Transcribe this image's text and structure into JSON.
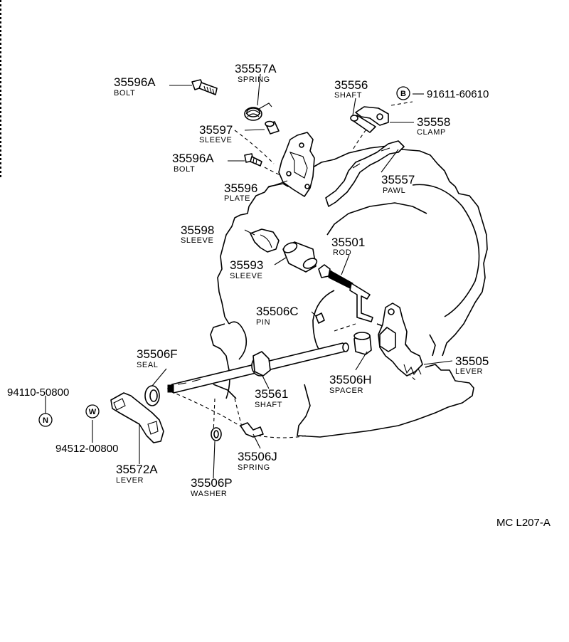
{
  "diagram_code": "MC L207-A",
  "parts": [
    {
      "id": "p35596A_top",
      "number": "35596A",
      "name": "BOLT"
    },
    {
      "id": "p35557A",
      "number": "35557A",
      "name": "SPRING"
    },
    {
      "id": "p35556",
      "number": "35556",
      "name": "SHAFT"
    },
    {
      "id": "p35558",
      "number": "35558",
      "name": "CLAMP"
    },
    {
      "id": "p35597",
      "number": "35597",
      "name": "SLEEVE"
    },
    {
      "id": "p35596A_mid",
      "number": "35596A",
      "name": "BOLT"
    },
    {
      "id": "p35557",
      "number": "35557",
      "name": "PAWL"
    },
    {
      "id": "p35596",
      "number": "35596",
      "name": "PLATE"
    },
    {
      "id": "p35598",
      "number": "35598",
      "name": "SLEEVE"
    },
    {
      "id": "p35501",
      "number": "35501",
      "name": "ROD"
    },
    {
      "id": "p35593",
      "number": "35593",
      "name": "SLEEVE"
    },
    {
      "id": "p35506C",
      "number": "35506C",
      "name": "PIN"
    },
    {
      "id": "p35506F",
      "number": "35506F",
      "name": "SEAL"
    },
    {
      "id": "p35505",
      "number": "35505",
      "name": "LEVER"
    },
    {
      "id": "p35561",
      "number": "35561",
      "name": "SHAFT"
    },
    {
      "id": "p35506H",
      "number": "35506H",
      "name": "SPACER"
    },
    {
      "id": "p35506J",
      "number": "35506J",
      "name": "SPRING"
    },
    {
      "id": "p35572A",
      "number": "35572A",
      "name": "LEVER"
    },
    {
      "id": "p35506P",
      "number": "35506P",
      "name": "WASHER"
    }
  ],
  "std_parts": [
    {
      "id": "b91611",
      "symbol": "B",
      "number": "91611-60610"
    },
    {
      "id": "n94110",
      "symbol": "N",
      "number": "94110-50800"
    },
    {
      "id": "w94512",
      "symbol": "W",
      "number": "94512-00800"
    }
  ]
}
